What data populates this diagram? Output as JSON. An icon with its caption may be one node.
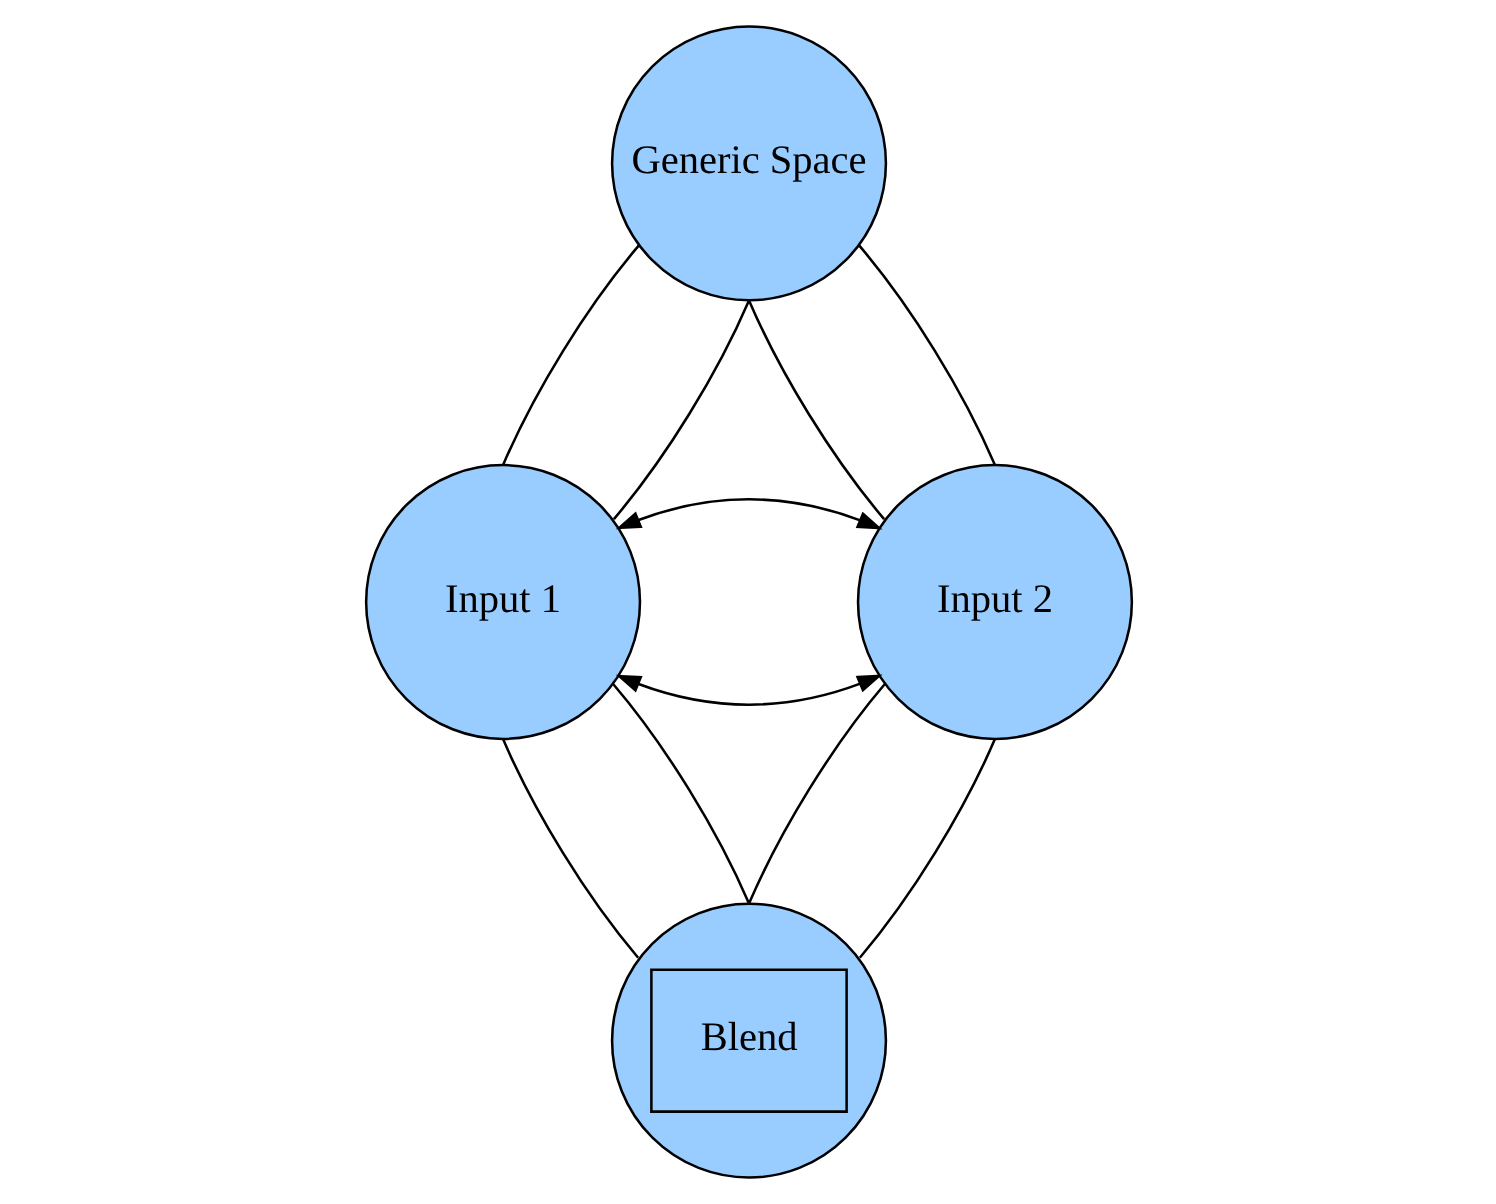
{
  "diagram": {
    "nodes": [
      {
        "text": [
          "Generic Space"
        ]
      },
      {
        "text": [
          "Input 1"
        ]
      },
      {
        "text": [
          "Input 2"
        ]
      },
      {
        "text": [
          "Blend"
        ]
      }
    ],
    "edges": [
      {
        "from": 0,
        "to": 1,
        "arrow": "none"
      },
      {
        "from": 0,
        "to": 1,
        "arrow": "none"
      },
      {
        "from": 0,
        "to": 2,
        "arrow": "none"
      },
      {
        "from": 0,
        "to": 2,
        "arrow": "none"
      },
      {
        "from": 1,
        "to": 2,
        "arrow": "both"
      },
      {
        "from": 1,
        "to": 2,
        "arrow": "both"
      },
      {
        "from": 1,
        "to": 3,
        "arrow": "none"
      },
      {
        "from": 1,
        "to": 3,
        "arrow": "none"
      },
      {
        "from": 2,
        "to": 3,
        "arrow": "none"
      },
      {
        "from": 2,
        "to": 3,
        "arrow": "none"
      }
    ]
  }
}
